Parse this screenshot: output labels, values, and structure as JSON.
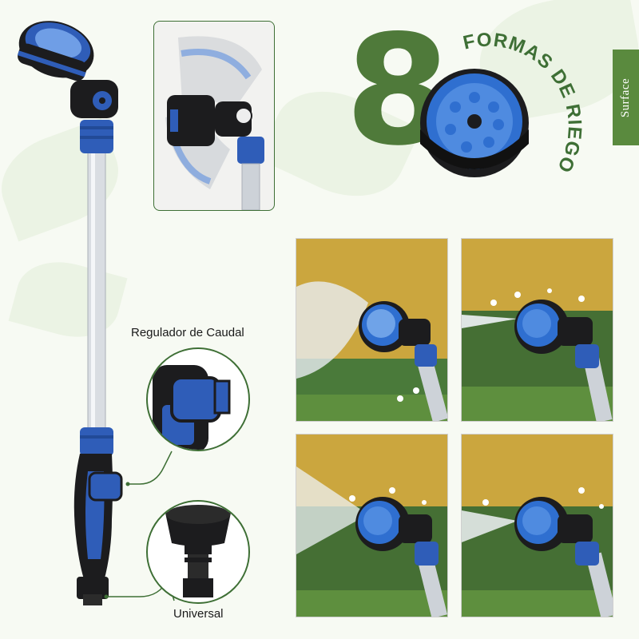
{
  "labels": {
    "flow_regulator": "Regulador de Caudal",
    "universal": "Universal"
  },
  "badge": {
    "number": "8",
    "arc_text": "FORMAS DE RIEGO"
  },
  "brand": {
    "name": "Surface"
  },
  "photos": [
    {
      "spray": "shower"
    },
    {
      "spray": "jet"
    },
    {
      "spray": "cone"
    },
    {
      "spray": "flat"
    }
  ],
  "colors": {
    "accent_green": "#3e6f35",
    "badge_green": "#4f7a3a",
    "product_blue": "#2f5db8",
    "product_black": "#1c1c1e",
    "wall_yellow": "#cba63e"
  }
}
